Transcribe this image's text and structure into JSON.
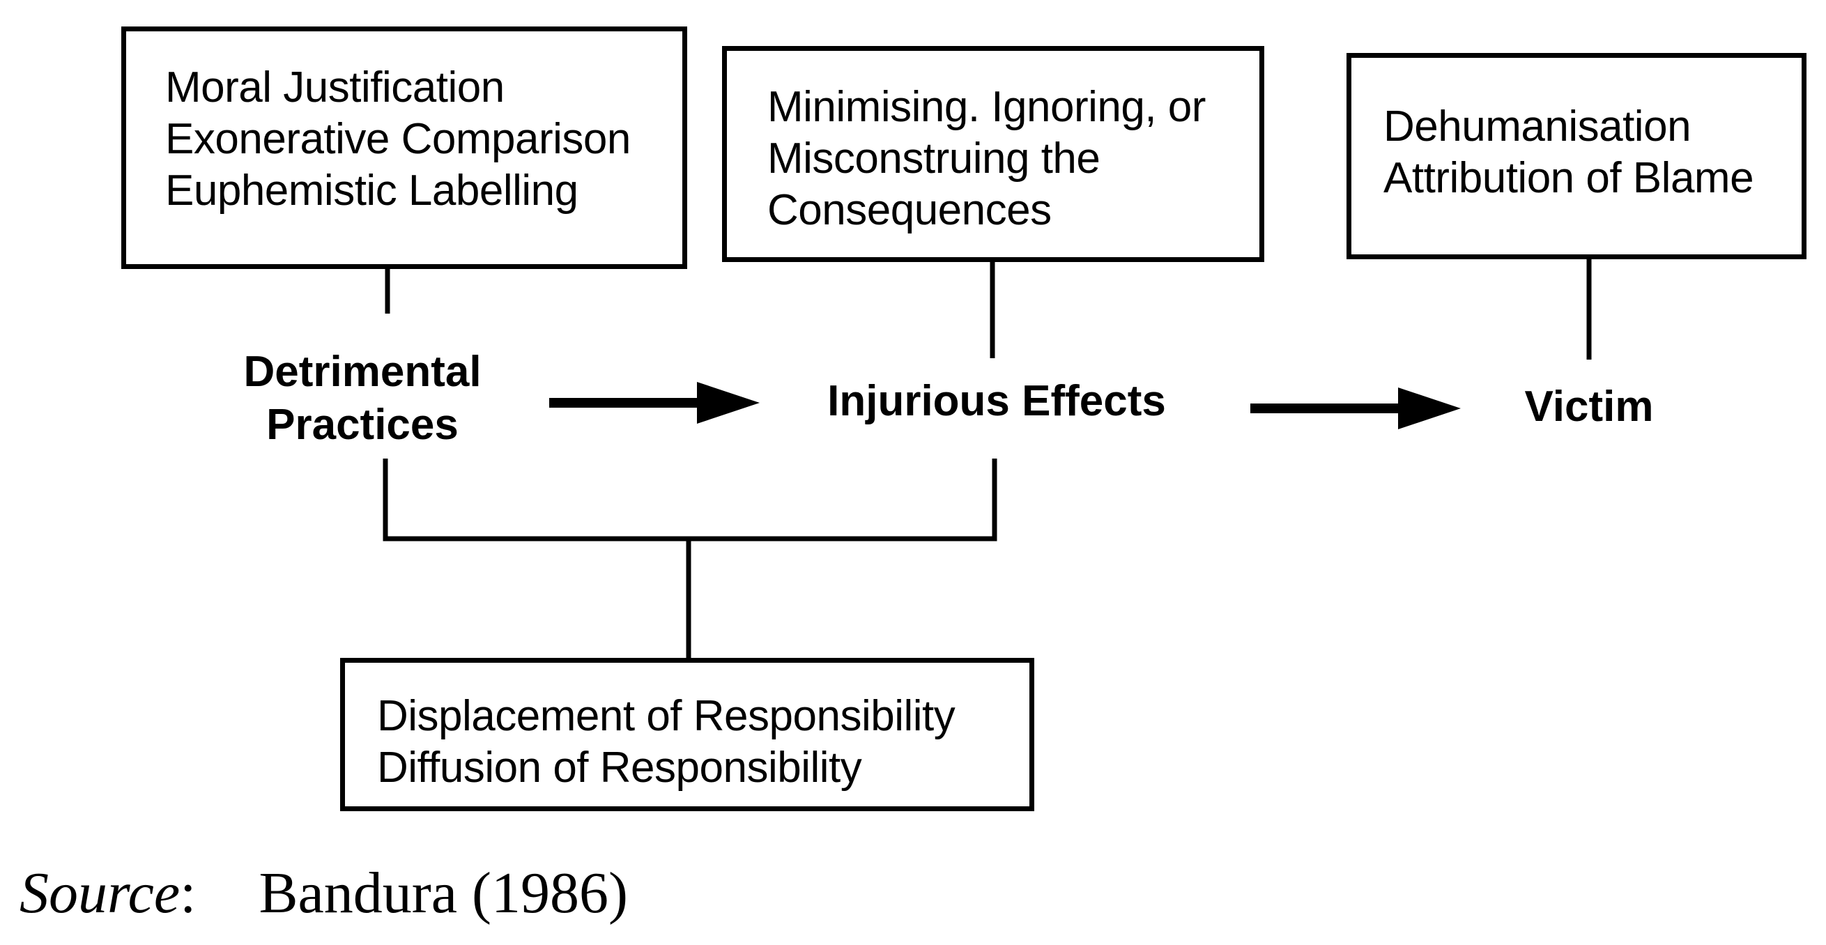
{
  "diagram": {
    "boxes": {
      "moral": {
        "lines": [
          "Moral Justification",
          "Exonerative Comparison",
          "Euphemistic Labelling"
        ]
      },
      "consequences": {
        "lines": [
          "Minimising. Ignoring, or",
          "Misconstruing the",
          "Consequences"
        ]
      },
      "victim_box": {
        "lines": [
          "Dehumanisation",
          "Attribution of Blame"
        ]
      },
      "responsibility": {
        "lines": [
          "Displacement of Responsibility",
          "Diffusion of Responsibility"
        ]
      }
    },
    "nodes": {
      "detrimental": {
        "lines": [
          "Detrimental",
          "Practices"
        ]
      },
      "injurious": {
        "lines": [
          "Injurious Effects"
        ]
      },
      "victim": {
        "lines": [
          "Victim"
        ]
      }
    },
    "source": {
      "label": "Source",
      "colon": ":",
      "citation": "Bandura (1986)"
    }
  }
}
